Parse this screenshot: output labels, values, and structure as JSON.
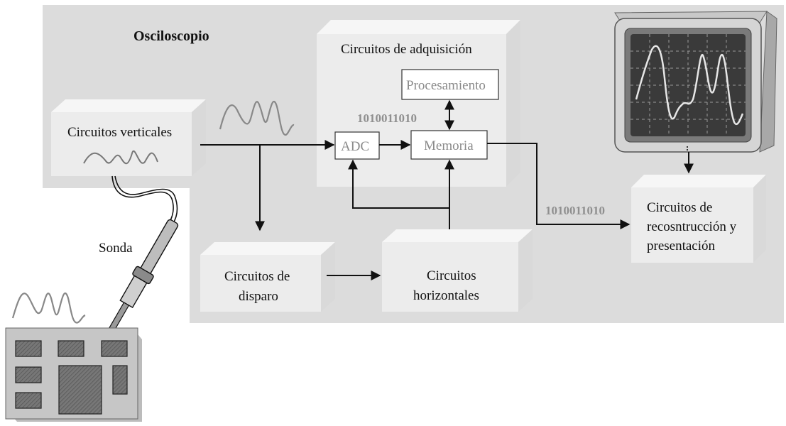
{
  "oscilloscope": {
    "title": "Osciloscopio"
  },
  "blocks": {
    "vertical": "Circuitos verticales",
    "acquisition": "Circuitos de adquisición",
    "processing": "Procesamiento",
    "adc": "ADC",
    "memory": "Memoria",
    "trigger_line1": "Circuitos de",
    "trigger_line2": "disparo",
    "horizontal_line1": "Circuitos",
    "horizontal_line2": "horizontales",
    "display_line1": "Circuitos de",
    "display_line2": "recosntrucción y",
    "display_line3": "presentación"
  },
  "signals": {
    "bits_adc": "1010011010",
    "bits_output": "1010011010"
  },
  "probe": {
    "label": "Sonda"
  },
  "icons": [
    "probe-icon",
    "circuit-board-icon",
    "crt-screen-icon",
    "waveform-icon"
  ],
  "colors": {
    "panel": "#dcdcdc",
    "block": "#ececec",
    "line": "#111111",
    "muted_text": "#8a8a8a"
  }
}
